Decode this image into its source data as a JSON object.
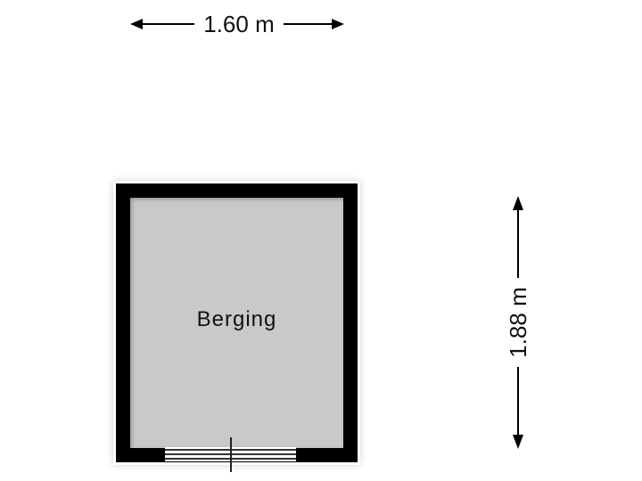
{
  "floorplan": {
    "dimensions": {
      "width_label": "1.60 m",
      "height_label": "1.88 m"
    },
    "rooms": [
      {
        "name": "Berging"
      }
    ],
    "colors": {
      "wall": "#000000",
      "floor": "#c9c9c9",
      "background": "#ffffff"
    }
  }
}
